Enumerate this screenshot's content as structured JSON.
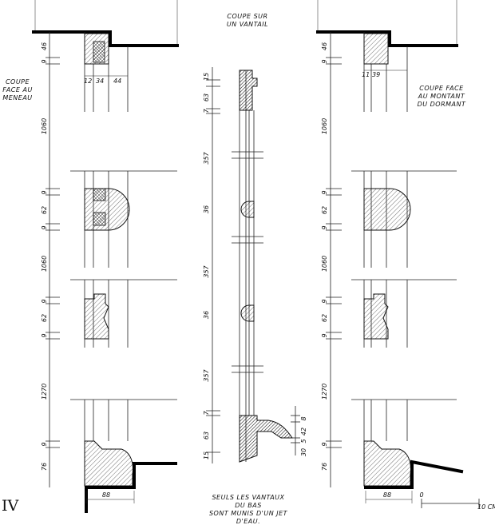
{
  "labels": {
    "center_title": "COUPE SUR\nUN VANTAIL",
    "left_title": "COUPE\nFACE AU\nMENEAU",
    "right_title": "COUPE FACE\nAU MONTANT\nDU DORMANT",
    "note": "SEULS LES VANTAUX\nDU BAS\nSONT MUNIS D'UN JET D'EAU.",
    "plate_number": "IV"
  },
  "left_dims": {
    "vertical": [
      "46",
      "9",
      "1060",
      "9",
      "62",
      "9",
      "1060",
      "9",
      "62",
      "9",
      "1270",
      "9",
      "76"
    ],
    "top_horizontal": [
      "12",
      "34",
      "44"
    ],
    "bottom_horizontal": "88"
  },
  "center_dims": {
    "vertical": [
      "15",
      "7",
      "63",
      "357",
      "36",
      "357",
      "36",
      "357",
      "7",
      "63",
      "15"
    ],
    "right_stack": [
      "8",
      "42",
      "5",
      "30"
    ]
  },
  "right_dims": {
    "vertical": [
      "46",
      "9",
      "1060",
      "9",
      "62",
      "9",
      "1060",
      "9",
      "62",
      "9",
      "1270",
      "9",
      "76"
    ],
    "top_horizontal": [
      "11",
      "39"
    ],
    "bottom_horizontal": "88"
  },
  "scale_bar": {
    "start": "0",
    "end": "10 CM"
  }
}
